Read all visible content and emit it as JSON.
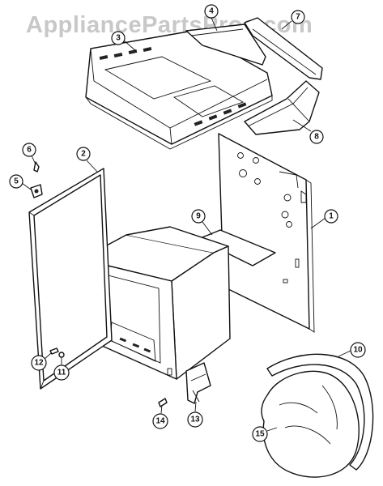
{
  "watermark": "AppliancePartsPros.com",
  "callouts": [
    {
      "id": "c1",
      "number": "1"
    },
    {
      "id": "c2",
      "number": "2"
    },
    {
      "id": "c3",
      "number": "3"
    },
    {
      "id": "c4",
      "number": "4"
    },
    {
      "id": "c5",
      "number": "5"
    },
    {
      "id": "c6",
      "number": "6"
    },
    {
      "id": "c7",
      "number": "7"
    },
    {
      "id": "c8",
      "number": "8"
    },
    {
      "id": "c9",
      "number": "9"
    },
    {
      "id": "c10",
      "number": "10"
    },
    {
      "id": "c11",
      "number": "11"
    },
    {
      "id": "c12",
      "number": "12"
    },
    {
      "id": "c13",
      "number": "13"
    },
    {
      "id": "c14",
      "number": "14"
    },
    {
      "id": "c15",
      "number": "15"
    }
  ]
}
